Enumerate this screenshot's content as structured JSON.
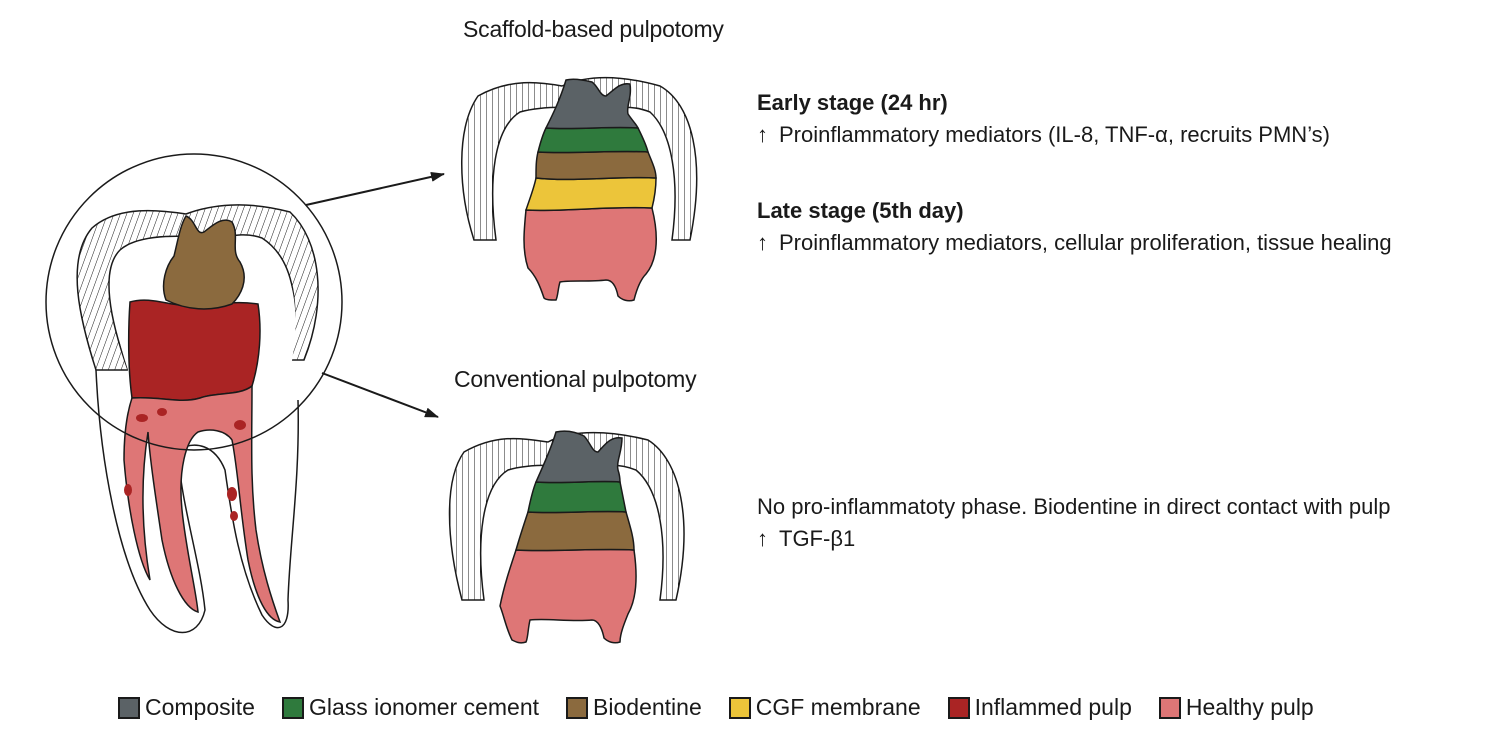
{
  "titles": {
    "scaffold": "Scaffold-based pulpotomy",
    "conventional": "Conventional pulpotomy"
  },
  "notes": {
    "early_head": "Early stage (24 hr)",
    "early_line": "Proinflammatory mediators (IL-8, TNF-α, recruits PMN’s)",
    "late_head": "Late stage (5th day)",
    "late_line": "Proinflammatory mediators, cellular proliferation, tissue healing",
    "conv_line1": "No pro-inflammatoty phase. Biodentine in direct contact with pulp",
    "conv_line2": "TGF-β1",
    "up_arrow": "↑"
  },
  "legend": [
    {
      "label": "Composite",
      "color": "#5b6266"
    },
    {
      "label": "Glass ionomer cement",
      "color": "#2f7a3d"
    },
    {
      "label": "Biodentine",
      "color": "#8b6a3e"
    },
    {
      "label": "CGF membrane",
      "color": "#ecc53a"
    },
    {
      "label": "Inflammed pulp",
      "color": "#aa2424"
    },
    {
      "label": "Healthy pulp",
      "color": "#de7676"
    }
  ]
}
